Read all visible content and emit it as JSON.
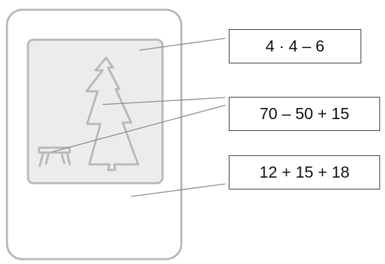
{
  "expressions": [
    {
      "id": "a",
      "text": "4 · 4 – 6",
      "points_to": "board-background"
    },
    {
      "id": "b",
      "text": "70 – 50 + 15",
      "points_to": [
        "tree",
        "bench"
      ]
    },
    {
      "id": "c",
      "text": "12 + 15 + 18",
      "points_to": "card-frame"
    }
  ],
  "colors": {
    "outline": "#b8b8b8",
    "inner_fill": "#ececec",
    "box_border": "#3a3a3a",
    "leader_line": "#888888"
  }
}
